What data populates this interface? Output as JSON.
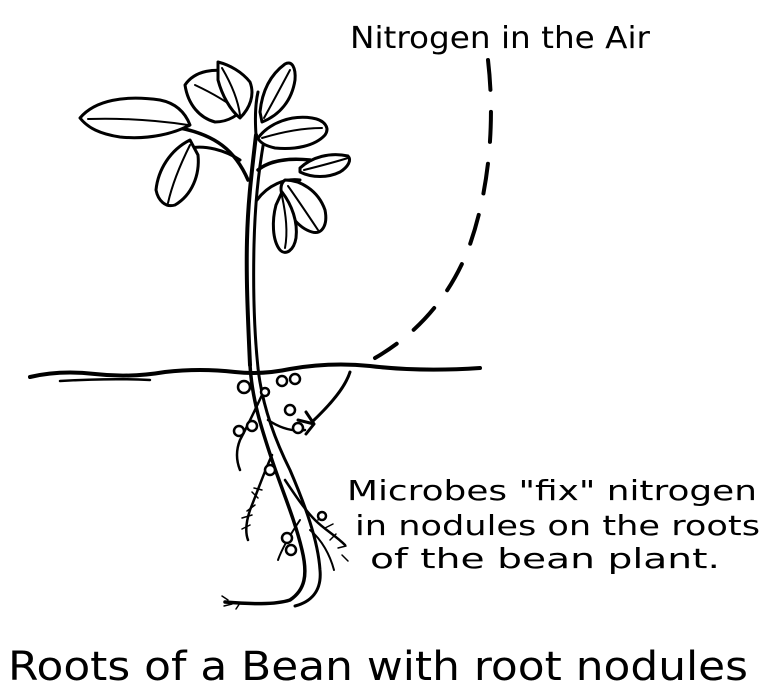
{
  "labels": {
    "air": "Nitrogen in the Air",
    "microbes_line1": "Microbes \"fix\" nitrogen",
    "microbes_line2": "in nodules on the roots",
    "microbes_line3": "of the bean plant.",
    "caption": "Roots of a Bean with root nodules"
  }
}
